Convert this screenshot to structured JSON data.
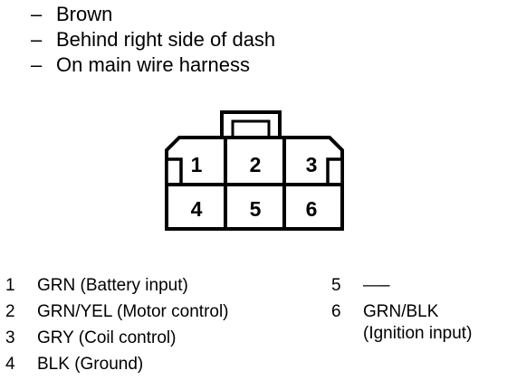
{
  "location": {
    "dash_symbol": "–",
    "lines": [
      "Brown",
      "Behind right side of dash",
      "On main wire harness"
    ]
  },
  "connector": {
    "pins": [
      "1",
      "2",
      "3",
      "4",
      "5",
      "6"
    ]
  },
  "pin_list": [
    {
      "num": "1",
      "text": "GRN (Battery input)"
    },
    {
      "num": "2",
      "text": "GRN/YEL (Motor control)"
    },
    {
      "num": "3",
      "text": "GRY (Coil control)"
    },
    {
      "num": "4",
      "text": "BLK (Ground)"
    },
    {
      "num": "5",
      "text": "—–"
    },
    {
      "num": "6",
      "text": "GRN/BLK",
      "text2": "(Ignition input)"
    }
  ]
}
